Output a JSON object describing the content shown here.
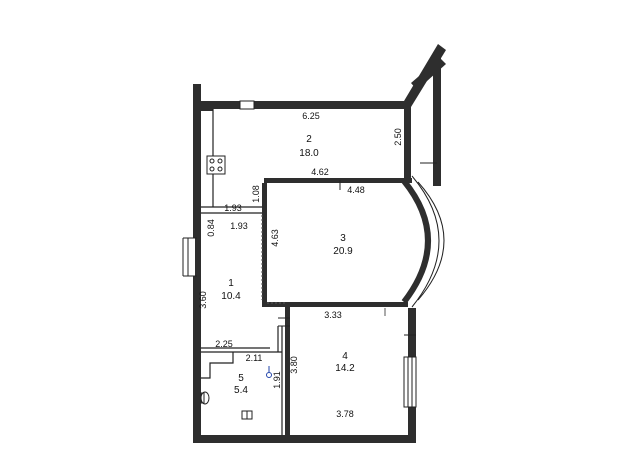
{
  "rooms": [
    {
      "number": "1",
      "area": "10.4"
    },
    {
      "number": "2",
      "area": "18.0"
    },
    {
      "number": "3",
      "area": "20.9"
    },
    {
      "number": "4",
      "area": "14.2"
    },
    {
      "number": "5",
      "area": "5.4"
    }
  ],
  "dimensions": {
    "room2_width": "6.25",
    "room2_depth": "2.50",
    "room3_top_left": "4.62",
    "room3_top_right": "4.48",
    "room3_left": "4.63",
    "room3_bottom": "3.33",
    "hall_upper": "1.93",
    "hall_lower": "1.93",
    "hall_passage": "1.08",
    "room1_doorway": "0.84",
    "room1_height": "3.60",
    "room5_width": "2.25",
    "room5_inner": "2.11",
    "room5_height": "1.91",
    "room4_height": "3.80",
    "room4_width": "3.78"
  }
}
